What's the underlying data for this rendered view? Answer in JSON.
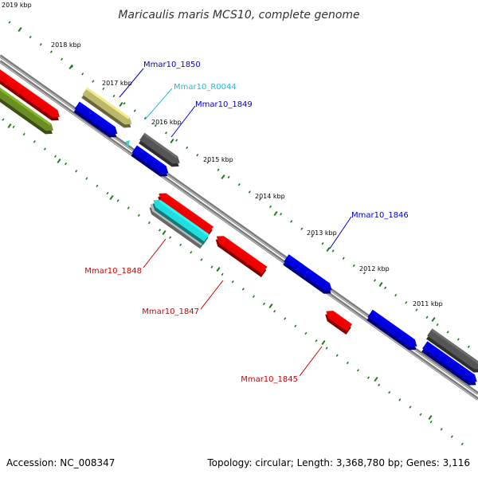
{
  "title": "Maricaulis maris MCS10, complete genome",
  "footer": {
    "accession": "Accession: NC_008347",
    "topology": "Topology: circular; Length: 3,368,780 bp; Genes: 3,116"
  },
  "colors": {
    "background": "#ffffff",
    "backbone": "#888888",
    "tick_dots": "#1a7a1a",
    "red_gene": "#ee0000",
    "blue_gene": "#0000dd",
    "gray_gene": "#555555",
    "olive_gene": "#6b8e23",
    "khaki_gene": "#bdb76b",
    "cyan_gene": "#22dddd",
    "silver_gene": "#bbbbbb",
    "blue_label": "#0000cc",
    "red_label": "#cc0000",
    "cyan_label": "#22bbdd"
  },
  "kbp_labels": [
    "2019 kbp",
    "2018 kbp",
    "2017 kbp",
    "2016 kbp",
    "2015 kbp",
    "2014 kbp",
    "2013 kbp",
    "2012 kbp",
    "2011 kbp"
  ],
  "gene_labels": [
    {
      "text": "Mmar10_1850",
      "color": "#0000cc"
    },
    {
      "text": "Mmar10_R0044",
      "color": "#22bbdd"
    },
    {
      "text": "Mmar10_1849",
      "color": "#0000cc"
    },
    {
      "text": "Mmar10_1846",
      "color": "#0000cc"
    },
    {
      "text": "Mmar10_1848",
      "color": "#cc0000"
    },
    {
      "text": "Mmar10_1847",
      "color": "#cc0000"
    },
    {
      "text": "Mmar10_1845",
      "color": "#cc0000"
    }
  ]
}
